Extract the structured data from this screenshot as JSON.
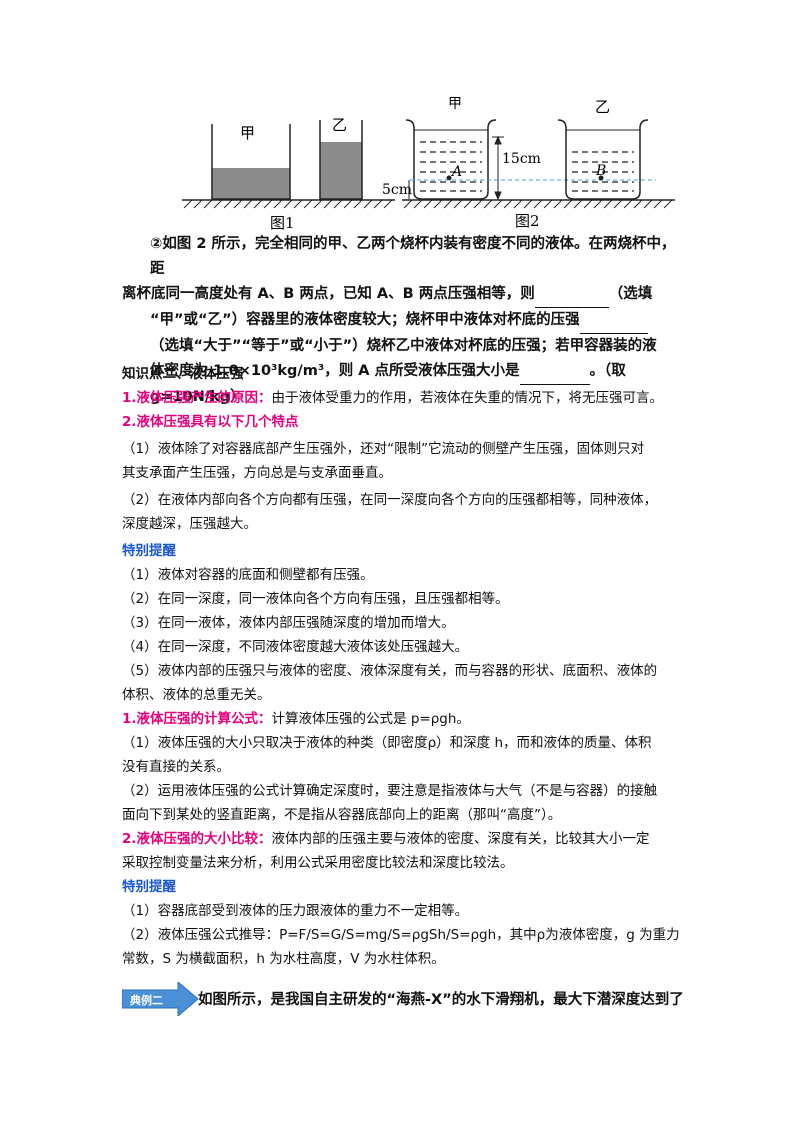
{
  "figure": {
    "fig1": {
      "left_label": "甲",
      "right_label": "乙",
      "caption": "图1"
    },
    "fig2": {
      "left_label": "甲",
      "right_label": "乙",
      "caption": "图2",
      "height_15": "15cm",
      "height_5": "5cm",
      "point_a": "A",
      "point_b": "B"
    }
  },
  "question": {
    "line1": "②如图 2 所示，完全相同的甲、乙两个烧杯内装有密度不同的液体。在两烧杯中，距",
    "line2a": "离杯底同一高度处有 A、B 两点，已知 A、B 两点压强相等，则",
    "line2b": "（选填",
    "line3a": "“甲”或“乙”）容器里的液体密度较大；烧杯甲中液体对杯底的压强",
    "line4": "（选填“大于”“等于”或“小于”）烧杯乙中液体对杯底的压强；若甲容器装的液",
    "line5a": "体密度为 1.0×10³kg/m³，则 A 点所受液体压强大小是",
    "line5b": "。（取 g=10N/kg）"
  },
  "section2": {
    "title": "知识点二、液体压强",
    "cause_label": "1.液体压强产生的原因：",
    "cause_text": "由于液体受重力的作用，若液体在失重的情况下，将无压强可言。",
    "features_label": "2.液体压强具有以下几个特点",
    "f1a": "（1）液体除了对容器底部产生压强外，还对“限制”它流动的侧壁产生压强，固体则只对",
    "f1b": "其支承面产生压强，方向总是与支承面垂直。",
    "f2a": "（2）在液体内部向各个方向都有压强，在同一深度向各个方向的压强都相等，同种液体，",
    "f2b": "深度越深，压强越大。",
    "tip1_label": "特别提醒",
    "t1": "（1）液体对容器的底面和侧壁都有压强。",
    "t2": "（2）在同一深度，同一液体向各个方向有压强，且压强都相等。",
    "t3": "（3）在同一液体，液体内部压强随深度的增加而增大。",
    "t4": "（4）在同一深度，不同液体密度越大液体该处压强越大。",
    "t5a": "（5）液体内部的压强只与液体的密度、液体深度有关，而与容器的形状、底面积、液体的",
    "t5b": "体积、液体的总重无关。",
    "formula_label": "1.液体压强的计算公式：",
    "formula_text": "计算液体压强的公式是 p=ρgh。",
    "c1a": "（1）液体压强的大小只取决于液体的种类（即密度ρ）和深度 h，而和液体的质量、体积",
    "c1b": "没有直接的关系。",
    "c2a": "（2）运用液体压强的公式计算确定深度时，要注意是指液体与大气（不是与容器）的接触",
    "c2b": "面向下到某处的竖直距离，不是指从容器底部向上的距离（那叫“高度”）。",
    "compare_label": "2.液体压强的大小比较：",
    "compare_text": "液体内部的压强主要与液体的密度、深度有关，比较其大小一定",
    "compare_text2": "采取控制变量法来分析，利用公式采用密度比较法和深度比较法。",
    "tip2_label": "特别提醒",
    "s1": "（1）容器底部受到液体的压力跟液体的重力不一定相等。",
    "s2a": "（2）液体压强公式推导：P=F/S=G/S=mg/S=ρgSh/S=ρgh，其中ρ为液体密度，g 为重力",
    "s2b": "常数，S 为横截面积，h 为水柱高度，V 为水柱体积。"
  },
  "example": {
    "badge": "典例二",
    "text": "如图所示，是我国自主研发的“海燕-X”的水下滑翔机，最大下潜深度达到了"
  },
  "colors": {
    "pink": "#e6007e",
    "blue": "#1a56d6",
    "badge": "#4a90d9"
  }
}
